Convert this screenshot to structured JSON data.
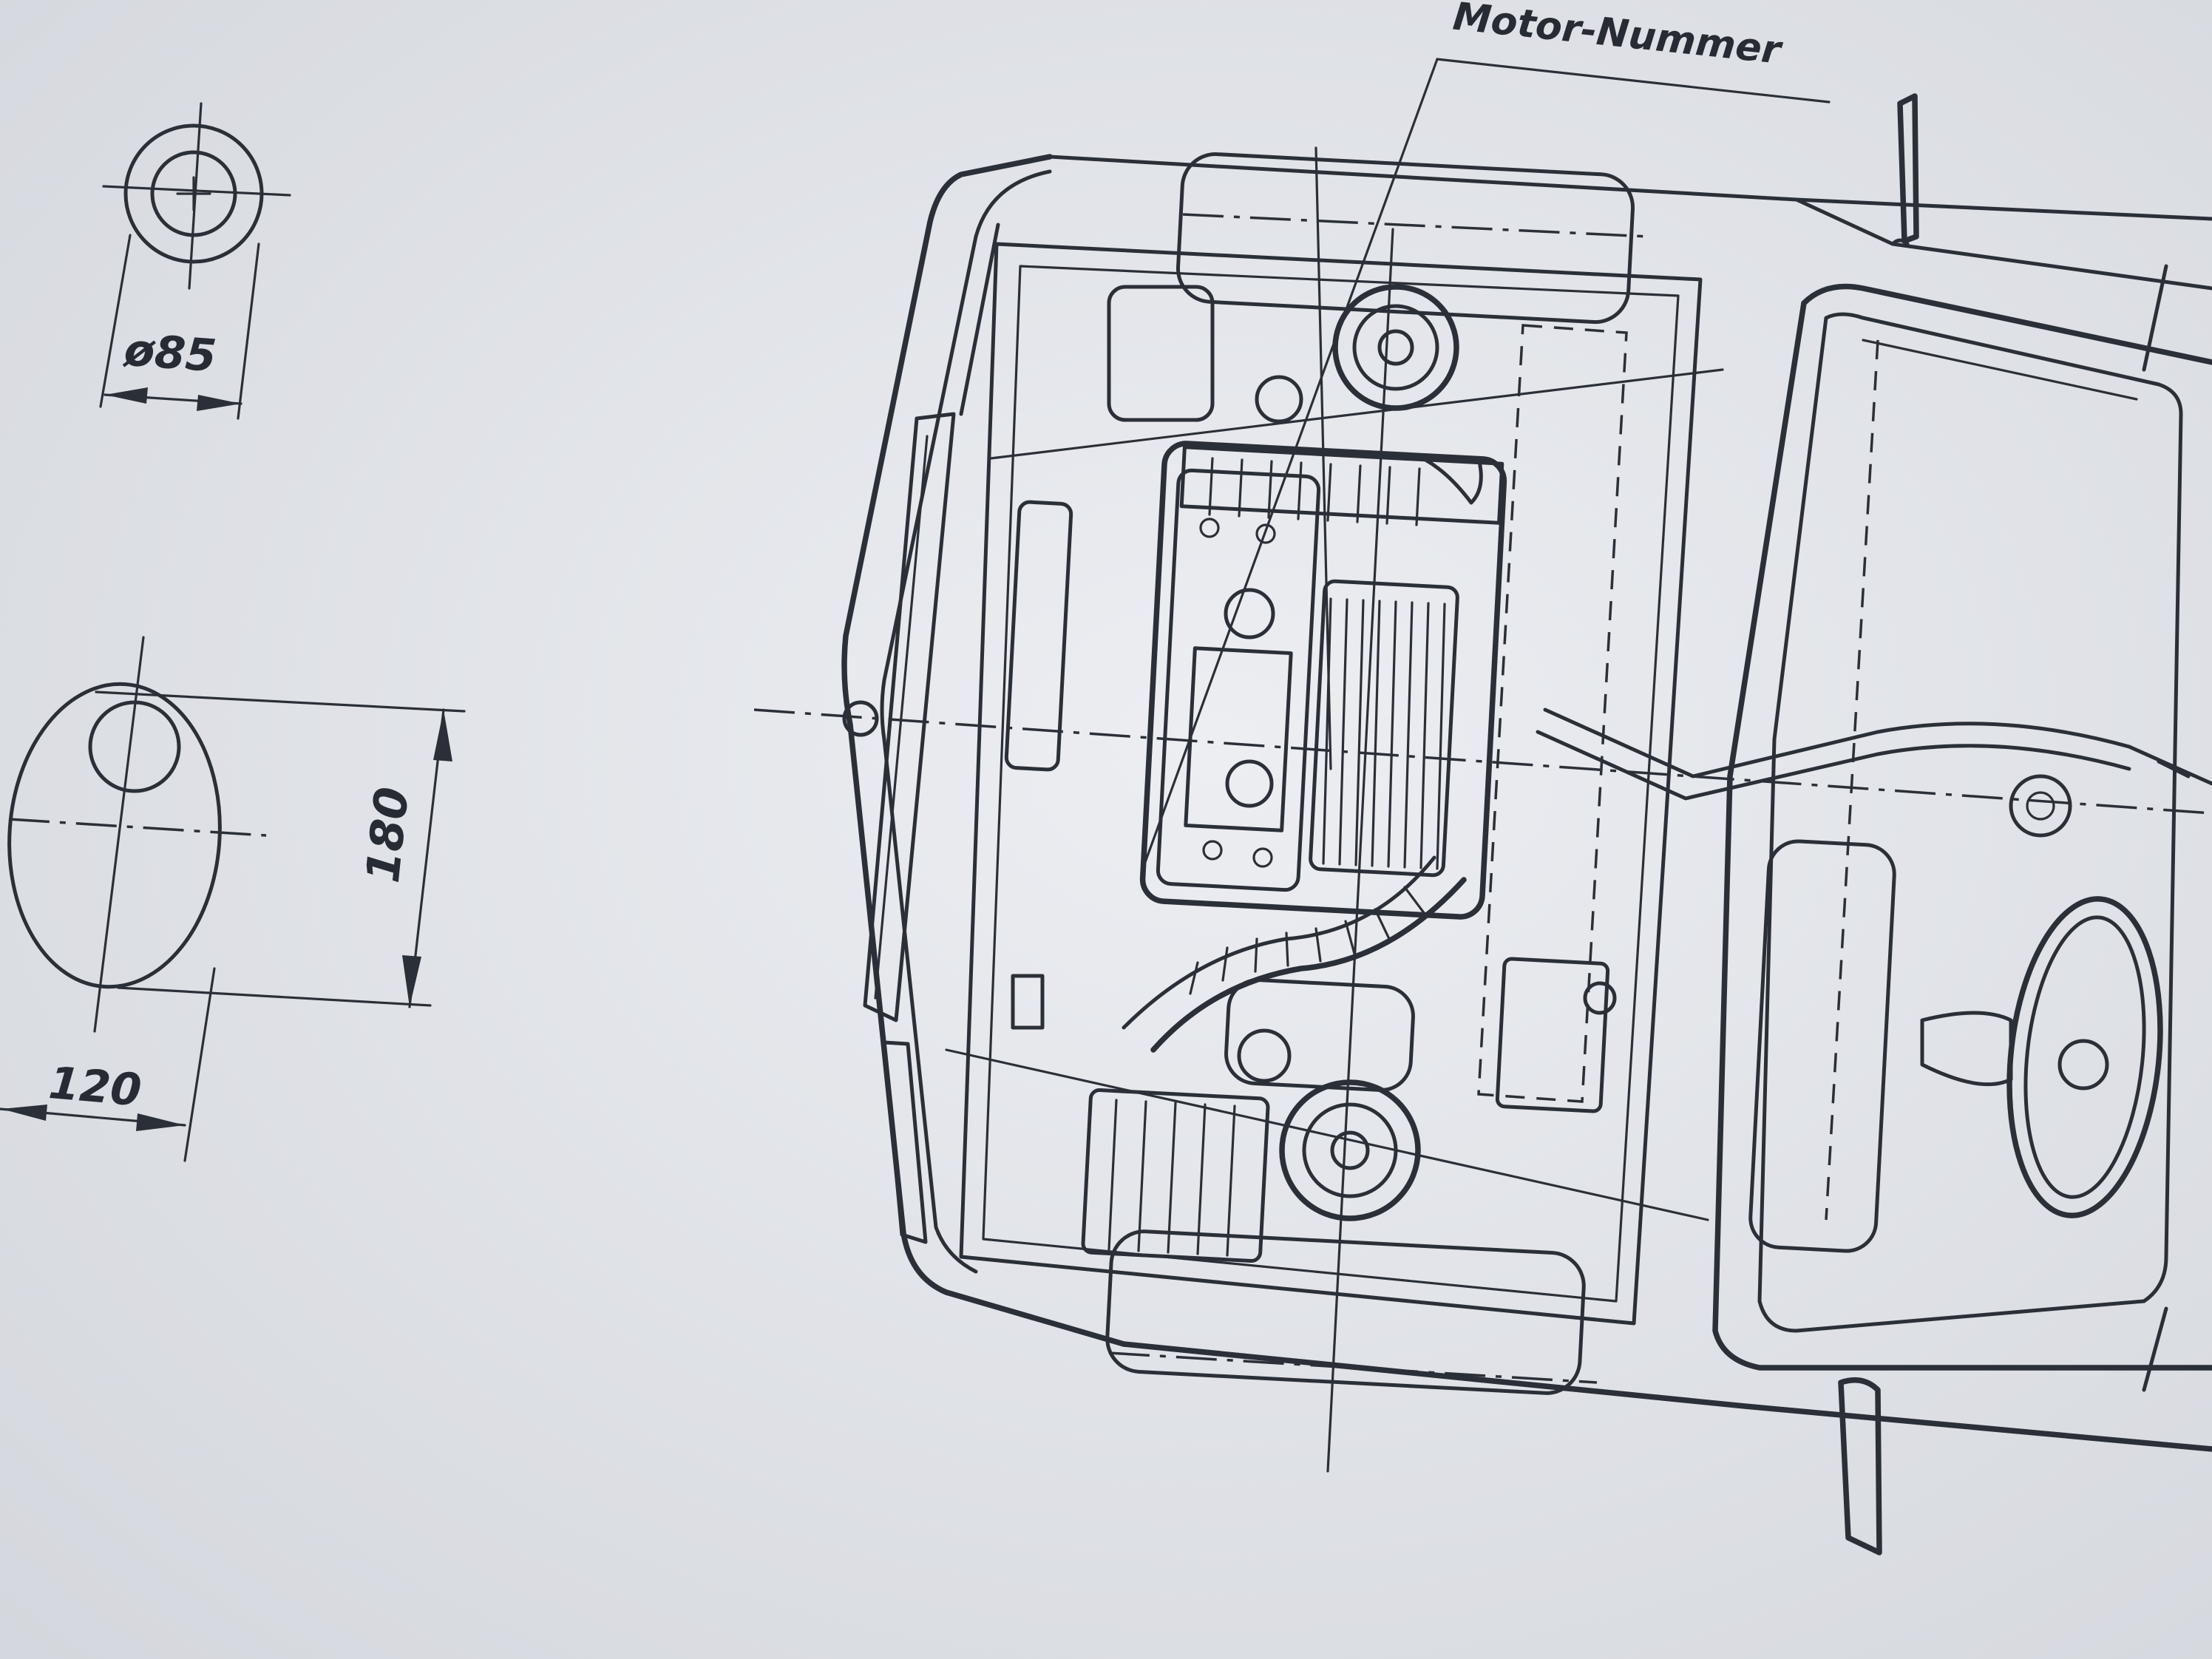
{
  "labels": {
    "motor_nummer": "Motor-Nummer",
    "dim_diameter": "ø85",
    "dim_height": "180",
    "dim_width": "120"
  }
}
